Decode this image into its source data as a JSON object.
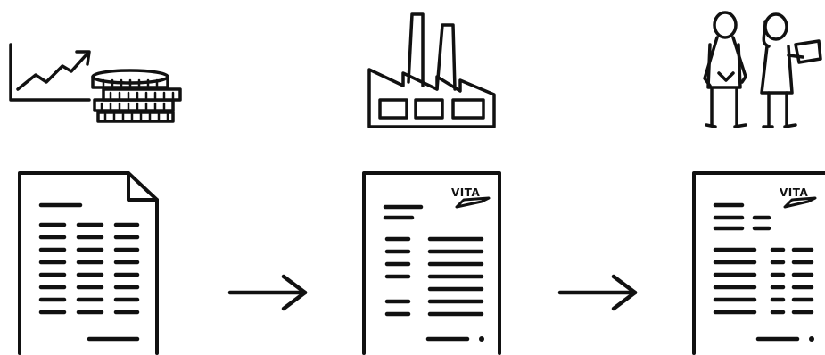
{
  "diagram": {
    "stages": [
      {
        "icon": "finance-chart-coins-icon",
        "document": "plain-ledger-document"
      },
      {
        "icon": "factory-icon",
        "document": "branded-document",
        "logo_text": "VITA"
      },
      {
        "icon": "two-people-tablet-icon",
        "document": "branded-report-document",
        "logo_text": "VITA"
      }
    ],
    "connectors": [
      "arrow-right-icon",
      "arrow-right-icon"
    ],
    "ink_color": "#111111",
    "background_color": "#ffffff"
  }
}
